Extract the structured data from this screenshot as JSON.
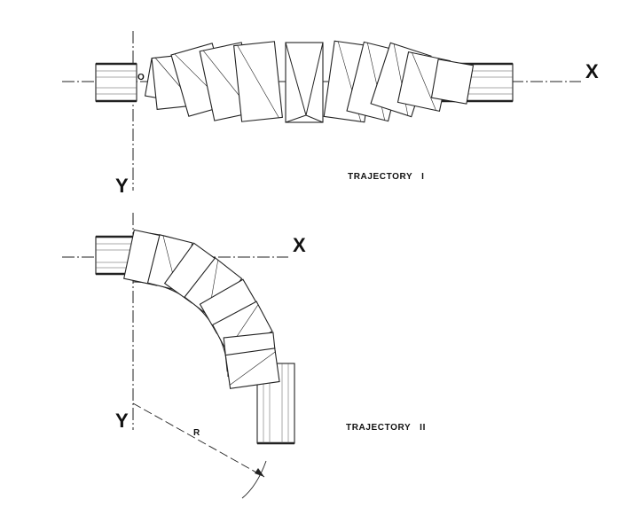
{
  "figure": {
    "trajectory_1": {
      "x_axis_label": "X",
      "y_axis_label": "Y",
      "origin_label": "O",
      "caption": "TRAJECTORY   I"
    },
    "trajectory_2": {
      "x_axis_label": "X",
      "y_axis_label": "Y",
      "radius_label": "R",
      "caption": "TRAJECTORY   II"
    }
  }
}
